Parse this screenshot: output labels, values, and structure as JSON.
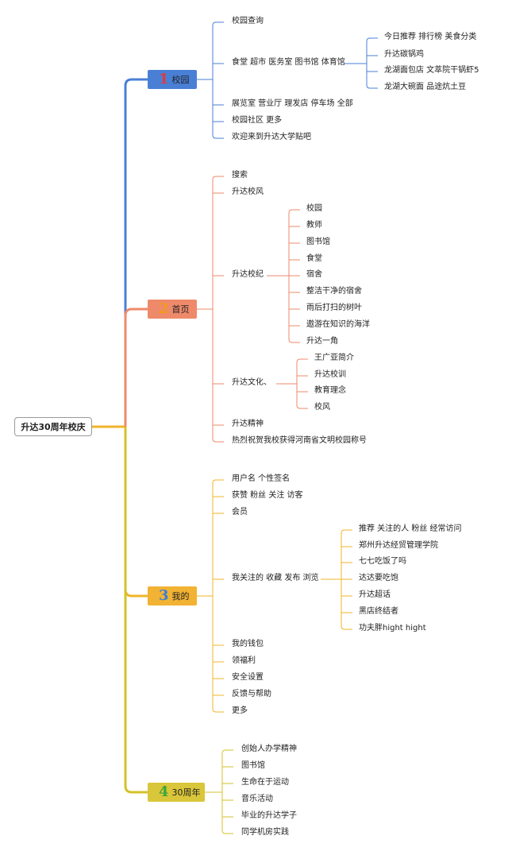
{
  "root": "升达30周年校庆",
  "colors": {
    "blue": "#4a7fd6",
    "orange": "#ee8a6a",
    "amber": "#f0b429",
    "olive": "#d4c22a",
    "num1": "#e03a3a",
    "num2": "#f39a1f",
    "num3": "#3b7fd6",
    "num4": "#3aa63a"
  },
  "branches": [
    {
      "num": "1",
      "label": "校园",
      "children": [
        {
          "text": "校园查询"
        },
        {
          "text": "食堂 超市 医务室 图书馆 体育馆",
          "children": [
            "今日推荐 排行榜 美食分类",
            "升达碳锅鸡",
            "龙湖面包店 文萃院干锅虾5",
            "龙湖大碗面 品途炕土豆"
          ]
        },
        {
          "text": "展览室 营业厅 理发店 停车场 全部"
        },
        {
          "text": "校园社区 更多"
        },
        {
          "text": "欢迎来到升达大学贴吧"
        }
      ]
    },
    {
      "num": "2",
      "label": "首页",
      "children": [
        {
          "text": "搜索"
        },
        {
          "text": "升达校风"
        },
        {
          "text": "升达校纪",
          "children": [
            "校园",
            "教师",
            "图书馆",
            "食堂",
            "宿舍",
            "整洁干净的宿舍",
            "雨后打扫的树叶",
            "遨游在知识的海洋",
            "升达一角"
          ]
        },
        {
          "text": "升达文化、",
          "children": [
            "王广亚简介",
            "升达校训",
            "教育理念",
            "校风"
          ]
        },
        {
          "text": "升达精神"
        },
        {
          "text": "热烈祝贺我校获得河南省文明校园称号"
        }
      ]
    },
    {
      "num": "3",
      "label": "我的",
      "children": [
        {
          "text": "用户名 个性签名"
        },
        {
          "text": "获赞 粉丝 关注 访客"
        },
        {
          "text": "会员"
        },
        {
          "text": "我关注的 收藏 发布 浏览",
          "children": [
            "推荐 关注的人 粉丝 经常访问",
            "郑州升达经贸管理学院",
            "七七吃饭了吗",
            "达达要吃饱",
            "升达超话",
            "黑店终结者",
            "功夫胖hight hight"
          ]
        },
        {
          "text": "我的钱包"
        },
        {
          "text": "领福利"
        },
        {
          "text": "安全设置"
        },
        {
          "text": "反馈与帮助"
        },
        {
          "text": "更多"
        }
      ]
    },
    {
      "num": "4",
      "label": "30周年",
      "children": [
        {
          "text": "创始人办学精神"
        },
        {
          "text": "图书馆"
        },
        {
          "text": "生命在于运动"
        },
        {
          "text": "音乐活动"
        },
        {
          "text": "毕业的升达学子"
        },
        {
          "text": "同学机房实践"
        }
      ]
    }
  ]
}
